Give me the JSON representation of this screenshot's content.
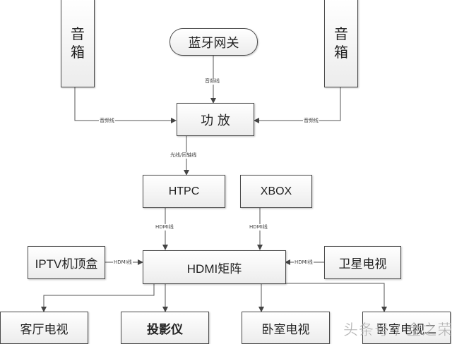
{
  "diagram": {
    "nodes": {
      "speaker_left": {
        "label": "音箱",
        "chars": [
          "音",
          "箱"
        ]
      },
      "speaker_right": {
        "label": "音箱",
        "chars": [
          "音",
          "箱"
        ]
      },
      "bluetooth_gateway": {
        "label": "蓝牙网关"
      },
      "amplifier": {
        "label": "功 放"
      },
      "htpc": {
        "label": "HTPC"
      },
      "xbox": {
        "label": "XBOX"
      },
      "iptv_box": {
        "label": "IPTV机顶盒"
      },
      "hdmi_matrix": {
        "label": "HDMI矩阵"
      },
      "satellite_tv": {
        "label": "卫星电视"
      },
      "living_room_tv": {
        "label": "客厅电视"
      },
      "projector": {
        "label": "投影仪"
      },
      "bedroom_tv": {
        "label": "卧室电视"
      },
      "bedroom_tv_2": {
        "label": "卧室电视二"
      }
    },
    "edges": [
      {
        "from": "speaker_left",
        "to": "amplifier",
        "label": "音频线"
      },
      {
        "from": "bluetooth_gateway",
        "to": "amplifier",
        "label": "音频线"
      },
      {
        "from": "speaker_right",
        "to": "amplifier",
        "label": "音频线"
      },
      {
        "from": "amplifier",
        "to": "htpc",
        "label": "光线/同轴线"
      },
      {
        "from": "htpc",
        "to": "hdmi_matrix",
        "label": "HDMI线"
      },
      {
        "from": "xbox",
        "to": "hdmi_matrix",
        "label": "HDMI线"
      },
      {
        "from": "iptv_box",
        "to": "hdmi_matrix",
        "label": "HDMI线"
      },
      {
        "from": "satellite_tv",
        "to": "hdmi_matrix",
        "label": "HDMI线"
      },
      {
        "from": "hdmi_matrix",
        "to": "living_room_tv",
        "label": ""
      },
      {
        "from": "hdmi_matrix",
        "to": "projector",
        "label": ""
      },
      {
        "from": "hdmi_matrix",
        "to": "bedroom_tv",
        "label": ""
      },
      {
        "from": "hdmi_matrix",
        "to": "bedroom_tv_2",
        "label": ""
      }
    ]
  },
  "watermark": "头条号 / 金之荣侍"
}
